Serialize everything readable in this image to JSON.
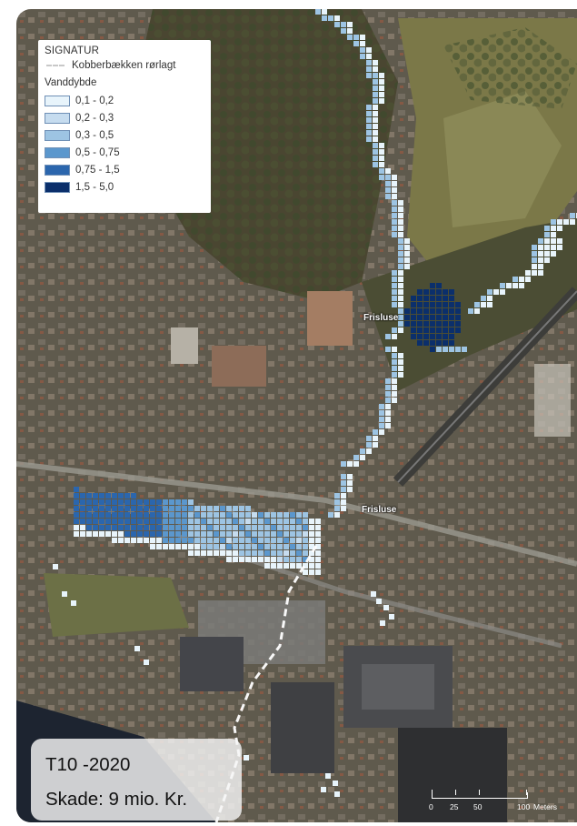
{
  "legend": {
    "title": "SIGNATUR",
    "line_label": "Kobberbækken rørlagt",
    "depth_title": "Vanddybde",
    "classes": [
      {
        "label": "0,1 - 0,2",
        "color": "#e8f4fb"
      },
      {
        "label": "0,2 - 0,3",
        "color": "#c6dcef"
      },
      {
        "label": "0,3 - 0,5",
        "color": "#9dc4e3"
      },
      {
        "label": "0,5 - 0,75",
        "color": "#5b97cd"
      },
      {
        "label": "0,75 - 1,5",
        "color": "#2b66ad"
      },
      {
        "label": "1,5 - 5,0",
        "color": "#0b2f6b"
      }
    ]
  },
  "map_labels": {
    "frisluse_upper": "Frisluse",
    "frisluse_lower": "Frisluse"
  },
  "info": {
    "scenario": "T10 -2020",
    "damage": "Skade: 9 mio. Kr."
  },
  "scale": {
    "ticks": [
      "0",
      "25",
      "50",
      "100"
    ],
    "unit": "Meters"
  }
}
